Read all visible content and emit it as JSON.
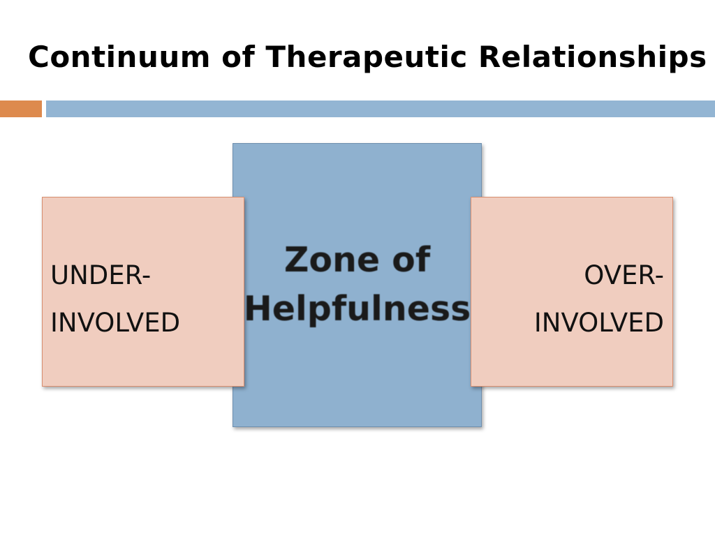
{
  "title": "Continuum of Therapeutic Relationships",
  "center": {
    "line1": "Zone of",
    "line2": "Helpfulness"
  },
  "left": {
    "line1": "UNDER-",
    "line2": "INVOLVED"
  },
  "right": {
    "line1": "OVER-",
    "line2": "INVOLVED"
  },
  "colors": {
    "accent_orange": "#dd8a4e",
    "accent_blue": "#93b5d3",
    "center_fill": "#8fb1cf",
    "side_fill": "#f0cdbf"
  }
}
